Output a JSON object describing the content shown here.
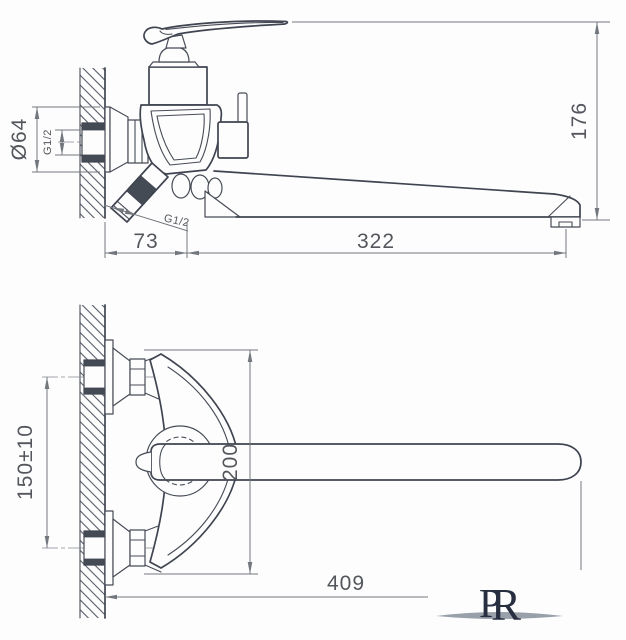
{
  "drawing": {
    "background": "#fdfdfd",
    "line_color": "#3f4450",
    "dim_line_color": "#73777e",
    "dim_text_color": "#53565c",
    "views": {
      "side_view": {
        "dimensions": {
          "flange_diameter": "Ø64",
          "inlet_thread": "G1/2",
          "wall_to_center": "73",
          "spout_reach": "322",
          "overall_height": "176",
          "shower_outlet_thread": "G1/2"
        }
      },
      "plan_view": {
        "dimensions": {
          "inlet_centers": "150±10",
          "body_depth": "200",
          "overall_reach": "409"
        }
      }
    },
    "logo": {
      "letter_p": "P",
      "letter_r": "R",
      "color": "#272e40",
      "swoosh_color": "#99a0aa"
    }
  }
}
